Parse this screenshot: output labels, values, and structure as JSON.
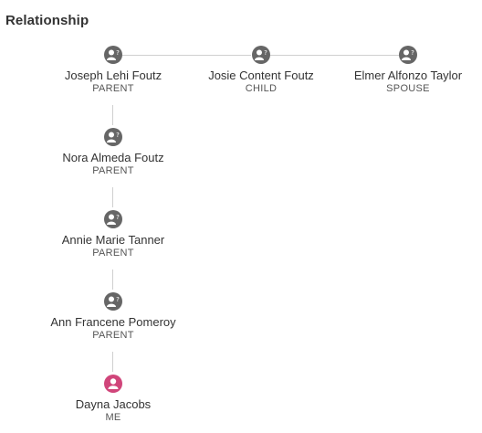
{
  "section": {
    "title": "Relationship"
  },
  "colors": {
    "unknown_avatar": "#666666",
    "me_avatar": "#d0457a",
    "connector": "#cfcfcf"
  },
  "nodes": [
    {
      "name": "Joseph Lehi Foutz",
      "role": "PARENT",
      "avatar": "unknown-person-icon"
    },
    {
      "name": "Josie Content Foutz",
      "role": "CHILD",
      "avatar": "unknown-person-icon"
    },
    {
      "name": "Elmer Alfonzo Taylor",
      "role": "SPOUSE",
      "avatar": "unknown-person-icon"
    },
    {
      "name": "Nora Almeda Foutz",
      "role": "PARENT",
      "avatar": "unknown-person-icon"
    },
    {
      "name": "Annie Marie Tanner",
      "role": "PARENT",
      "avatar": "unknown-person-icon"
    },
    {
      "name": "Ann Francene Pomeroy",
      "role": "PARENT",
      "avatar": "unknown-person-icon"
    },
    {
      "name": "Dayna Jacobs",
      "role": "ME",
      "avatar": "me-person-icon"
    }
  ]
}
